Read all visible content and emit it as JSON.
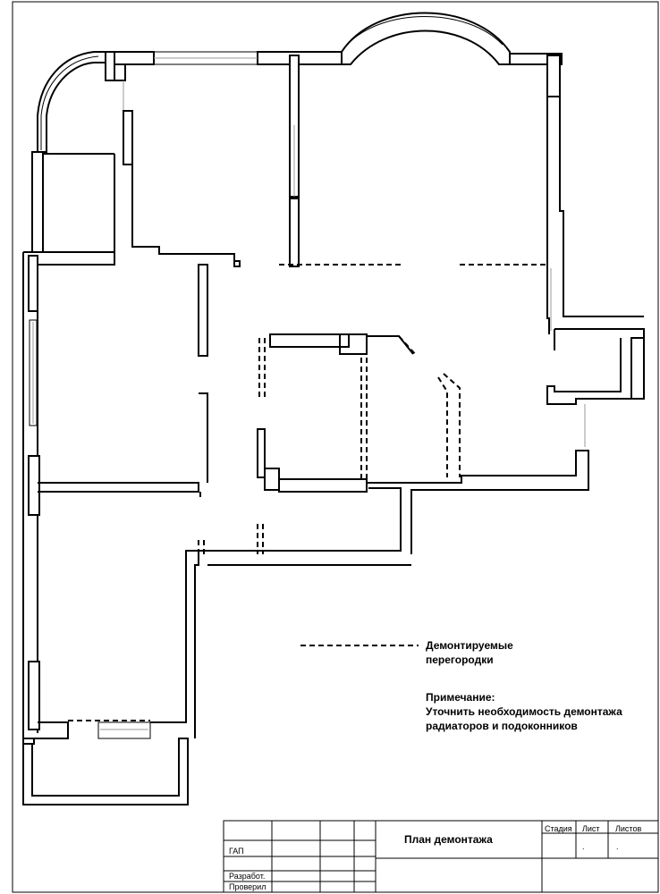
{
  "legend": {
    "dashed_label_line1": "Демонтируемые",
    "dashed_label_line2": "перегородки",
    "note_title": "Примечание:",
    "note_line1": "Уточнить необходимость демонтажа",
    "note_line2": "радиаторов и подоконников"
  },
  "title_block": {
    "drawing_title": "План демонтажа",
    "col_stage": "Стадия",
    "col_sheet": "Лист",
    "col_sheets": "Листов",
    "sheet_value": ".",
    "sheets_value": ".",
    "role_gap": "ГАП",
    "role_developed": "Разработ.",
    "role_checked": "Проверил"
  }
}
